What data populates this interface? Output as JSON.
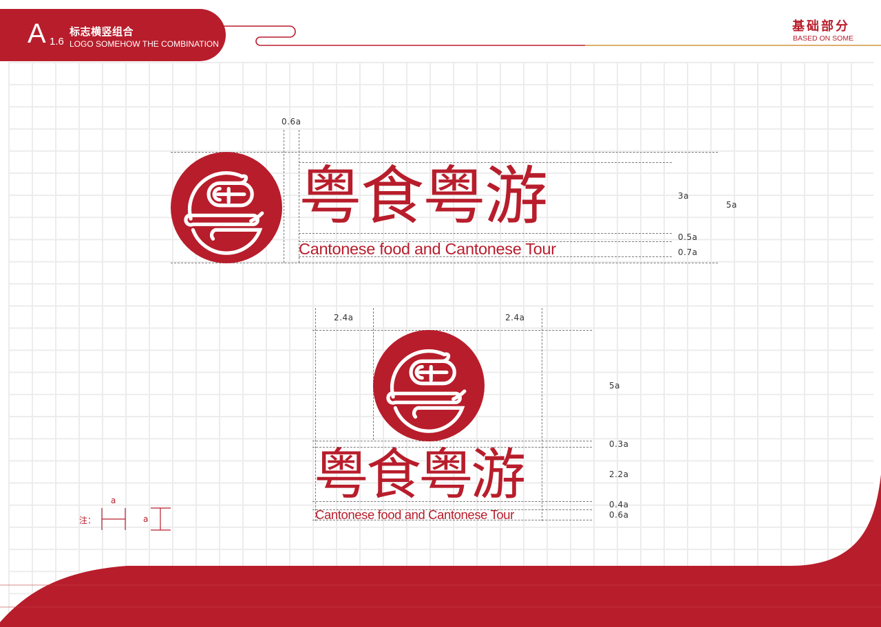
{
  "header": {
    "section_letter": "A",
    "section_number": "1.6",
    "title_cn": "标志横竖组合",
    "title_en": "LOGO SOMEHOW THE COMBINATION",
    "category_cn": "基础部分",
    "category_en": "BASED ON SOME"
  },
  "brand": {
    "name_cn": "粤食粤游",
    "name_en": "Cantonese food and Cantonese Tour",
    "primary_color": "#b81d2b",
    "accent_line_color": "#d4943a",
    "grid_color": "#ececec",
    "emblem_icon": "circular-seal-emblem"
  },
  "horizontal_layout": {
    "label_gap": "0.6a",
    "label_cn_height": "3a",
    "label_total_height": "5a",
    "label_gap_text": "0.5a",
    "label_en_height": "0.7a"
  },
  "vertical_layout": {
    "label_left_margin": "2.4a",
    "label_right_margin": "2.4a",
    "label_emblem_height": "5a",
    "label_gap_top": "0.3a",
    "label_cn_height": "2.2a",
    "label_gap_text": "0.4a",
    "label_en_height": "0.6a"
  },
  "note": {
    "prefix": "注：",
    "unit_h": "a",
    "unit_v": "a"
  }
}
